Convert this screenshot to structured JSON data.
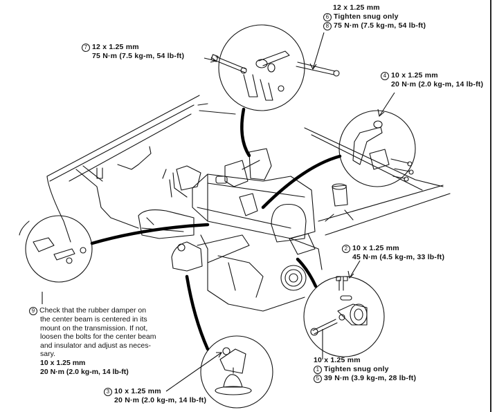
{
  "diagram": {
    "title": "Engine mount torque specifications",
    "callouts": [
      {
        "id": "top-rear-mount",
        "lines": [
          {
            "num": "",
            "text": "12 x 1.25 mm"
          },
          {
            "num": "6",
            "text": "Tighten snug only"
          },
          {
            "num": "8",
            "text": "75 N·m (7.5 kg-m, 54 lb-ft)"
          }
        ]
      },
      {
        "id": "upper-left-bolt",
        "lines": [
          {
            "num": "7",
            "text": "12 x 1.25 mm"
          },
          {
            "num": "",
            "text": "75 N·m (7.5 kg-m, 54 lb-ft)"
          }
        ]
      },
      {
        "id": "right-upper-mount",
        "lines": [
          {
            "num": "4",
            "text": "10 x 1.25 mm"
          },
          {
            "num": "",
            "text": "20 N·m (2.0 kg-m, 14 lb-ft)"
          }
        ]
      },
      {
        "id": "right-front-mount",
        "lines": [
          {
            "num": "2",
            "text": "10 x 1.25 mm"
          },
          {
            "num": "",
            "text": "45 N·m (4.5 kg-m, 33 lb-ft)"
          }
        ]
      },
      {
        "id": "center-beam-damper",
        "num": "9",
        "note_lines": [
          "Check that the rubber damper on",
          "the center beam is centered in its",
          "mount on the transmission. If not,",
          "loosen the bolts for the center beam",
          "and insulator and adjust as neces-",
          "sary."
        ],
        "spec_lines": [
          "10 x 1.25 mm",
          "20 N·m (2.0 kg-m, 14 lb-ft)"
        ]
      },
      {
        "id": "lower-right-bolt",
        "lines": [
          {
            "num": "",
            "text": "10 x 1.25 mm"
          },
          {
            "num": "1",
            "text": "Tighten snug only"
          },
          {
            "num": "5",
            "text": "39 N·m (3.9 kg-m, 28 lb-ft)"
          }
        ]
      },
      {
        "id": "bottom-mount",
        "lines": [
          {
            "num": "3",
            "text": "10 x 1.25 mm"
          },
          {
            "num": "",
            "text": "20 N·m (2.0 kg-m, 14 lb-ft)"
          }
        ]
      }
    ],
    "detail_views": [
      "rear-torque-rod-detail",
      "side-mount-bracket-detail",
      "center-beam-damper-detail",
      "front-mount-detail",
      "lower-mount-insulator-detail"
    ]
  }
}
